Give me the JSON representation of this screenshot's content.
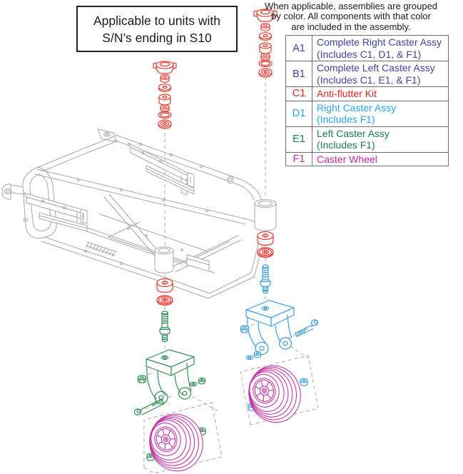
{
  "palette": {
    "red": "#e8392f",
    "green": "#2f8c58",
    "blue": "#3d9fe0",
    "magenta": "#c437a8",
    "navy": "#4243a5",
    "frame_gray": "#a8a8ac",
    "dash_gray": "#ababab",
    "text": "#1a1a1a",
    "table_border": "#6e6e6e",
    "note_border": "#222222"
  },
  "serial_note": {
    "line1": "Applicable to units with",
    "line2": "S/N’s ending in S10"
  },
  "color_note": {
    "line1": "When applicable, assemblies are grouped",
    "line2": "by color. All components with that color",
    "line3": "are included in the assembly."
  },
  "legend": {
    "rows": [
      {
        "code": "A1",
        "line1": "Complete Right Caster Assy",
        "line2": "(Includes C1, D1, & F1)",
        "color": "#4243a5"
      },
      {
        "code": "B1",
        "line1": "Complete Left Caster Assy",
        "line2": "(Includes C1, E1, & F1)",
        "color": "#4243a5"
      },
      {
        "code": "C1",
        "line1": "Anti-flutter Kit",
        "line2": "",
        "color": "#e8231f"
      },
      {
        "code": "D1",
        "line1": "Right Caster Assy",
        "line2": "(Includes F1)",
        "color": "#29a4e9"
      },
      {
        "code": "E1",
        "line1": "Left Caster Assy",
        "line2": "(Includes F1)",
        "color": "#1e7e4f"
      },
      {
        "code": "F1",
        "line1": "Caster Wheel",
        "line2": "",
        "color": "#c327a1"
      }
    ]
  },
  "diagram": {
    "parts": [
      {
        "name": "chassis-frame",
        "color": "#a8a8ac"
      },
      {
        "name": "anti-flutter-kit",
        "code": "C1",
        "color": "#e8392f"
      },
      {
        "name": "right-caster-assy",
        "code": "D1",
        "color": "#3d9fe0"
      },
      {
        "name": "left-caster-assy",
        "code": "E1",
        "color": "#2f8c58"
      },
      {
        "name": "caster-wheel",
        "code": "F1",
        "color": "#c437a8"
      }
    ]
  }
}
